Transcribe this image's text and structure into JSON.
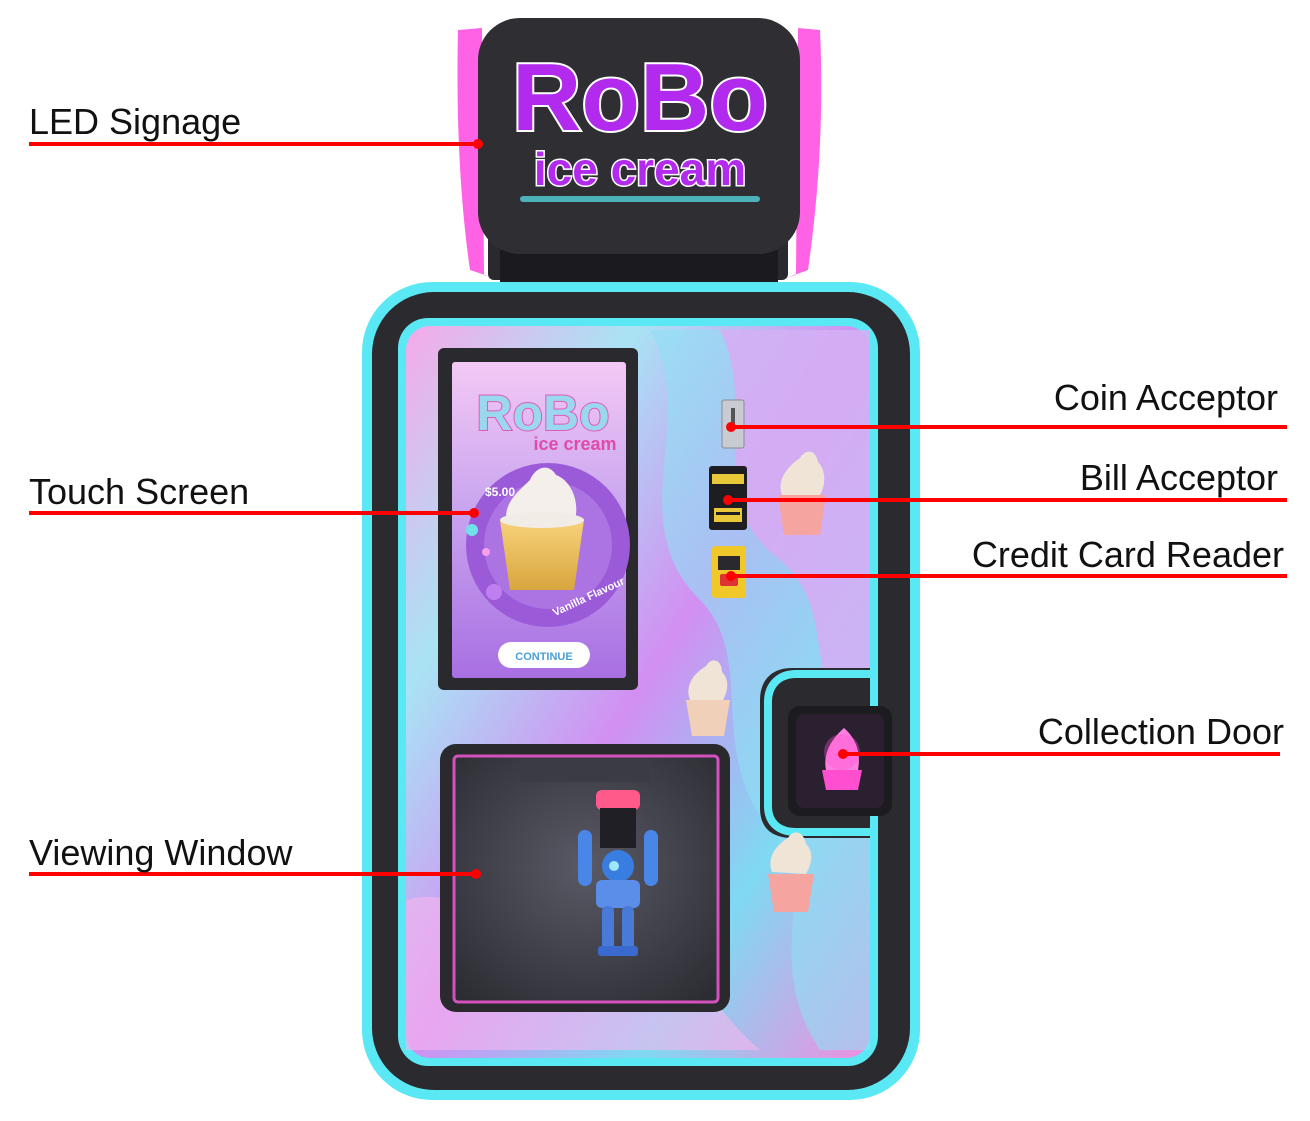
{
  "signage": {
    "line1": "RoBo",
    "line2": "ice cream"
  },
  "screen": {
    "logo_line1": "RoBo",
    "logo_line2": "ice cream",
    "price": "$5.00",
    "flavour": "Vanilla Flavour",
    "continue_label": "CONTINUE"
  },
  "callouts": {
    "led_signage": "LED Signage",
    "touch_screen": "Touch Screen",
    "viewing_window": "Viewing Window",
    "coin_acceptor": "Coin Acceptor",
    "bill_acceptor": "Bill Acceptor",
    "credit_card_reader": "Credit Card Reader",
    "collection_door": "Collection Door"
  },
  "colors": {
    "callout_line": "#ff0000",
    "cabinet_frame": "#2b2b2f",
    "neon_cyan": "#5ae8f4",
    "neon_pink": "#ff5ae0",
    "logo_purple": "#a020e0"
  }
}
